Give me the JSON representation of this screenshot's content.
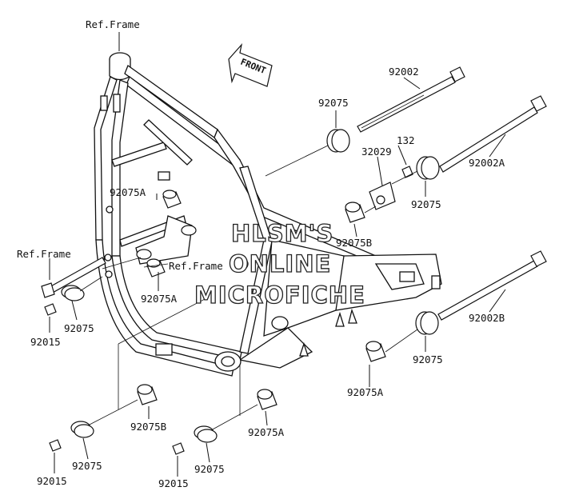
{
  "front_label": "FRONT",
  "watermark": [
    "HLSM'S",
    "ONLINE",
    "MICROFICHE"
  ],
  "labels": {
    "ref_frame_top": "Ref.Frame",
    "ref_frame_left": "Ref.Frame",
    "ref_frame_mid": "Ref.Frame",
    "bolt_92002": "92002",
    "bolt_92002A": "92002A",
    "bolt_92002B": "92002B",
    "spacer_92075_top": "92075",
    "spacer_92075_right": "92075",
    "spacer_92075_mid_right": "92075",
    "spacer_92075_left": "92075",
    "spacer_92075_bottom_left": "92075",
    "spacer_92075_bottom_mid": "92075",
    "bracket_32029": "32029",
    "bolt_132": "132",
    "collar_92075B_right": "92075B",
    "collar_92075B_bottom": "92075B",
    "collar_92075A_upper": "92075A",
    "collar_92075A_left": "92075A",
    "collar_92075A_right": "92075A",
    "collar_92075A_bottom": "92075A",
    "nut_92015_left": "92015",
    "nut_92015_bottom_left": "92015",
    "nut_92015_bottom_mid": "92015"
  }
}
